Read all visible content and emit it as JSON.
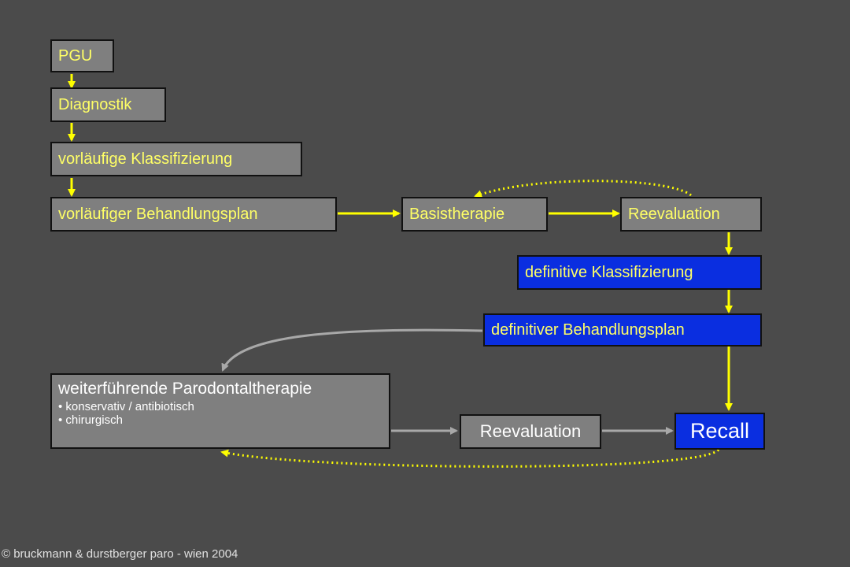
{
  "nodes": {
    "pgu": "PGU",
    "diagnostik": "Diagnostik",
    "vorlaeufige_klassifizierung": "vorläufige Klassifizierung",
    "vorlaeufiger_behandlungsplan": "vorläufiger Behandlungsplan",
    "basistherapie": "Basistherapie",
    "reevaluation_top": "Reevaluation",
    "definitive_klassifizierung": "definitive Klassifizierung",
    "definitiver_behandlungsplan": "definitiver Behandlungsplan",
    "parodontal": {
      "title": "weiterführende Parodontaltherapie",
      "items": [
        "• konservativ  /  antibiotisch",
        "• chirurgisch"
      ]
    },
    "reevaluation_bottom": "Reevaluation",
    "recall": "Recall"
  },
  "colors": {
    "background": "#4b4b4b",
    "box_gray": "#7f7f7f",
    "box_blue": "#0a2ee0",
    "text_yellow": "#ffff66",
    "arrow_yellow": "#ffff00",
    "arrow_gray": "#a0a0a0"
  },
  "footer": "© bruckmann & durstberger paro - wien 2004"
}
